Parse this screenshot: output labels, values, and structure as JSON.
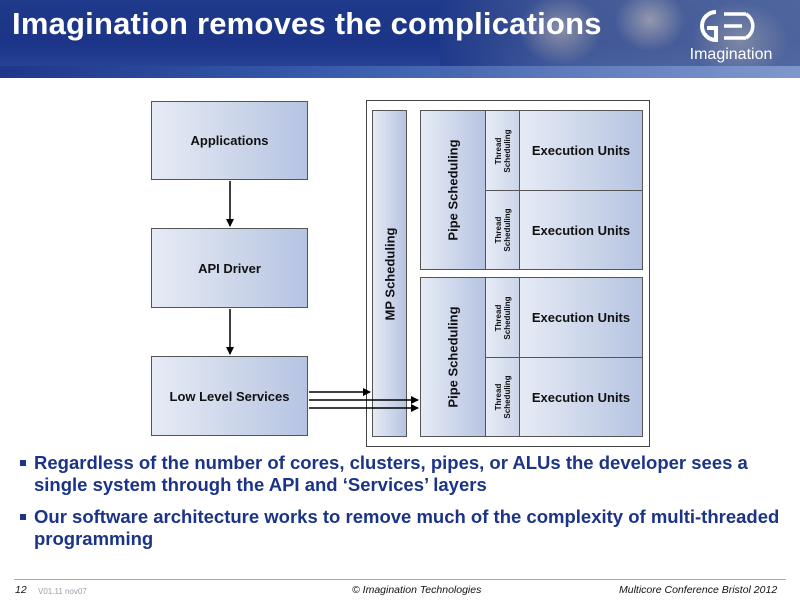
{
  "slide": {
    "title": "Imagination removes the complications",
    "logo_text": "Imagination",
    "brand_color": "#1b3487"
  },
  "diagram": {
    "left_stack": [
      "Applications",
      "API Driver",
      "Low Level Services"
    ],
    "mp_label": "MP Scheduling",
    "clusters": [
      {
        "pipe_label": "Pipe Scheduling",
        "rows": [
          {
            "thread_label": [
              "Thread",
              "Scheduling"
            ],
            "exec_label": "Execution Units"
          },
          {
            "thread_label": [
              "Thread",
              "Scheduling"
            ],
            "exec_label": "Execution Units"
          }
        ]
      },
      {
        "pipe_label": "Pipe Scheduling",
        "rows": [
          {
            "thread_label": [
              "Thread",
              "Scheduling"
            ],
            "exec_label": "Execution Units"
          },
          {
            "thread_label": [
              "Thread",
              "Scheduling"
            ],
            "exec_label": "Execution Units"
          }
        ]
      }
    ]
  },
  "bullets": [
    "Regardless of the number of cores, clusters, pipes, or ALUs the developer sees a single system through the API and ‘Services’ layers",
    "Our software architecture works to remove much of the complexity of multi-threaded programming"
  ],
  "footer": {
    "page_number": "12",
    "version": "V01.11 nov07",
    "copyright": "© Imagination Technologies",
    "event": "Multicore Conference Bristol 2012"
  }
}
